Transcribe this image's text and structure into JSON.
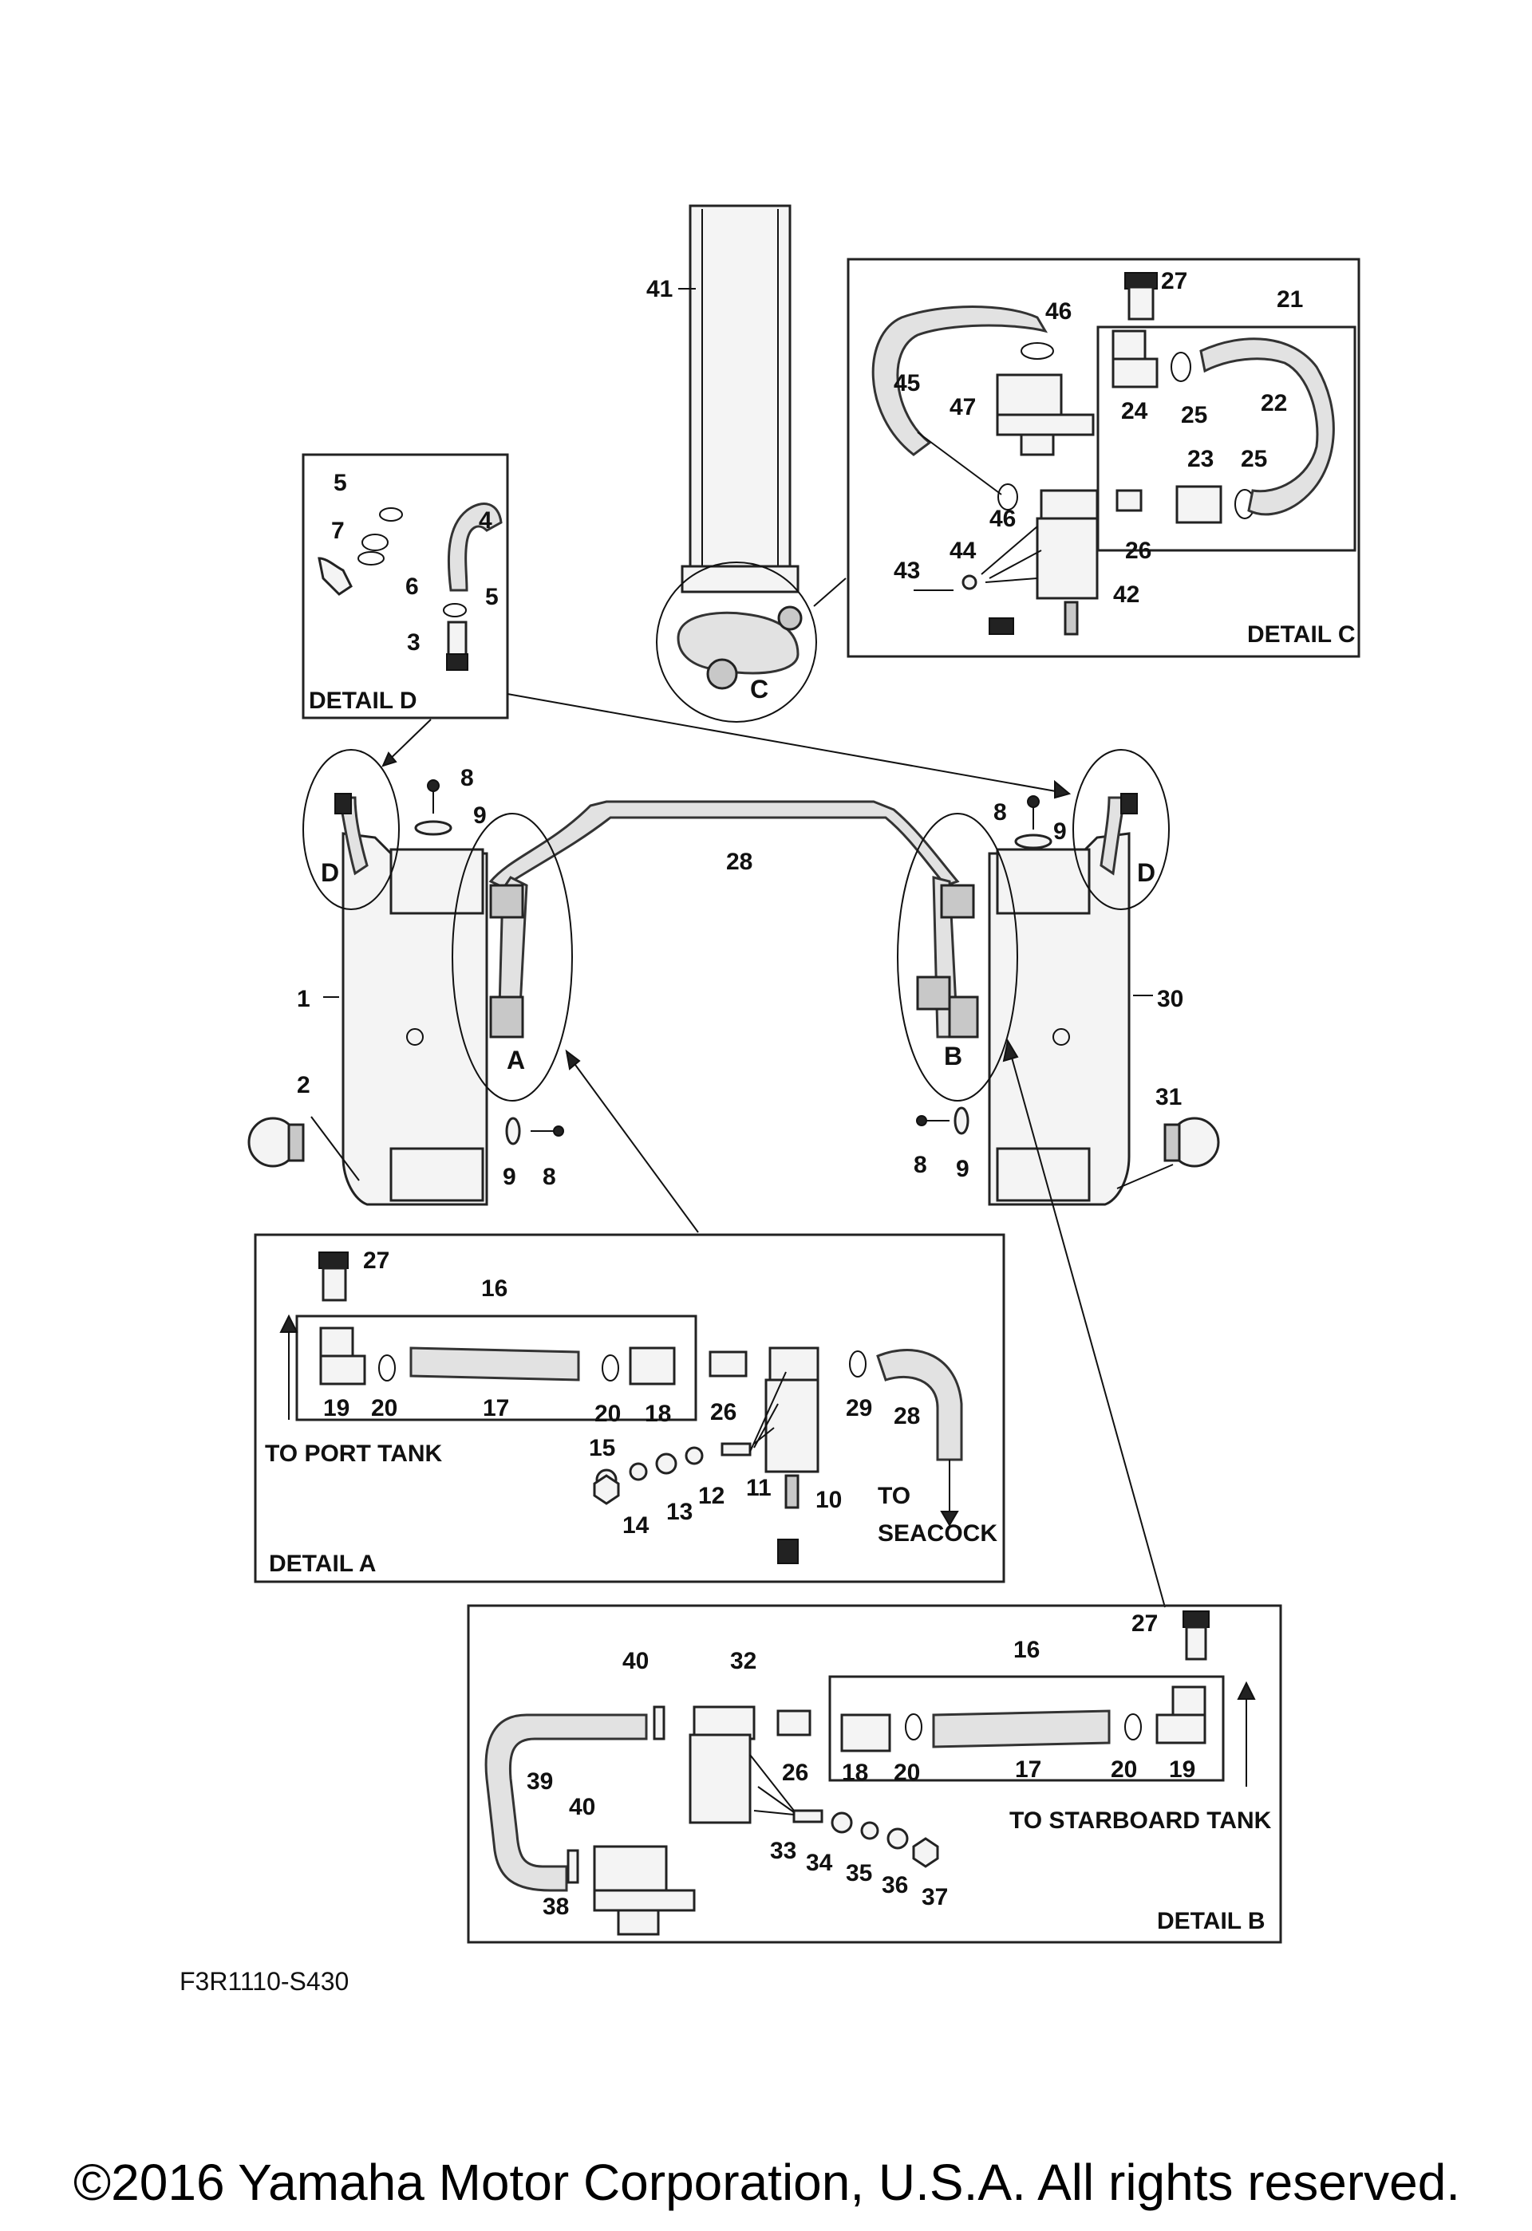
{
  "diagram": {
    "ref_code": "F3R1110-S430",
    "copyright": "©2016 Yamaha Motor Corporation, U.S.A. All rights reserved.",
    "details": {
      "A": {
        "title": "DETAIL A",
        "to_port": "TO PORT TANK",
        "to": "TO",
        "seacock": "SEACOCK"
      },
      "B": {
        "title": "DETAIL B",
        "to_starboard": "TO STARBOARD TANK"
      },
      "C": {
        "title": "DETAIL C"
      },
      "D": {
        "title": "DETAIL D"
      }
    },
    "callouts": {
      "A": "A",
      "B": "B",
      "C": "C",
      "D": "D"
    },
    "parts": {
      "p1": "1",
      "p2": "2",
      "p3": "3",
      "p4": "4",
      "p5": "5",
      "p6": "6",
      "p7": "7",
      "p8": "8",
      "p9": "9",
      "p10": "10",
      "p11": "11",
      "p12": "12",
      "p13": "13",
      "p14": "14",
      "p15": "15",
      "p16": "16",
      "p17": "17",
      "p18": "18",
      "p19": "19",
      "p20": "20",
      "p21": "21",
      "p22": "22",
      "p23": "23",
      "p24": "24",
      "p25": "25",
      "p26": "26",
      "p27": "27",
      "p28": "28",
      "p29": "29",
      "p30": "30",
      "p31": "31",
      "p32": "32",
      "p33": "33",
      "p34": "34",
      "p35": "35",
      "p36": "36",
      "p37": "37",
      "p38": "38",
      "p39": "39",
      "p40": "40",
      "p41": "41",
      "p42": "42",
      "p43": "43",
      "p44": "44",
      "p45": "45",
      "p46": "46",
      "p47": "47"
    }
  }
}
